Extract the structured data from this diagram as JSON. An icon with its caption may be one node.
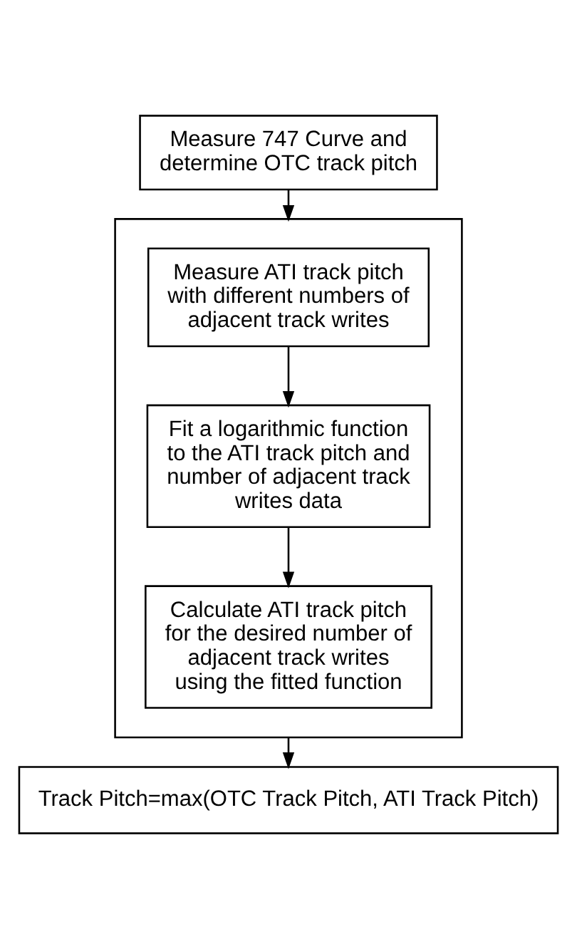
{
  "diagram": {
    "nodes": [
      {
        "text": [
          "Measure 747 Curve and determine OTC track pitch"
        ]
      },
      {
        "text": [],
        "shape": "box"
      },
      {
        "text": [
          "Measure ATI track pitch with different numbers of adjacent track writes"
        ],
        "in": 1
      },
      {
        "text": [
          "Fit a logarithmic function to the ATI track pitch and number of adjacent track writes data"
        ],
        "in": 1
      },
      {
        "text": [
          "Calculate ATI track pitch for the desired number of adjacent track writes using the fitted function"
        ],
        "in": 1
      },
      {
        "text": [
          "Track Pitch=max(OTC Track Pitch, ATI Track Pitch)"
        ]
      }
    ],
    "edges": [
      {
        "from": 0,
        "to": 1,
        "arrow": "to"
      },
      {
        "from": 2,
        "to": 3,
        "arrow": "to"
      },
      {
        "from": 3,
        "to": 4,
        "arrow": "to"
      },
      {
        "from": 1,
        "to": 5,
        "arrow": "to"
      }
    ]
  }
}
